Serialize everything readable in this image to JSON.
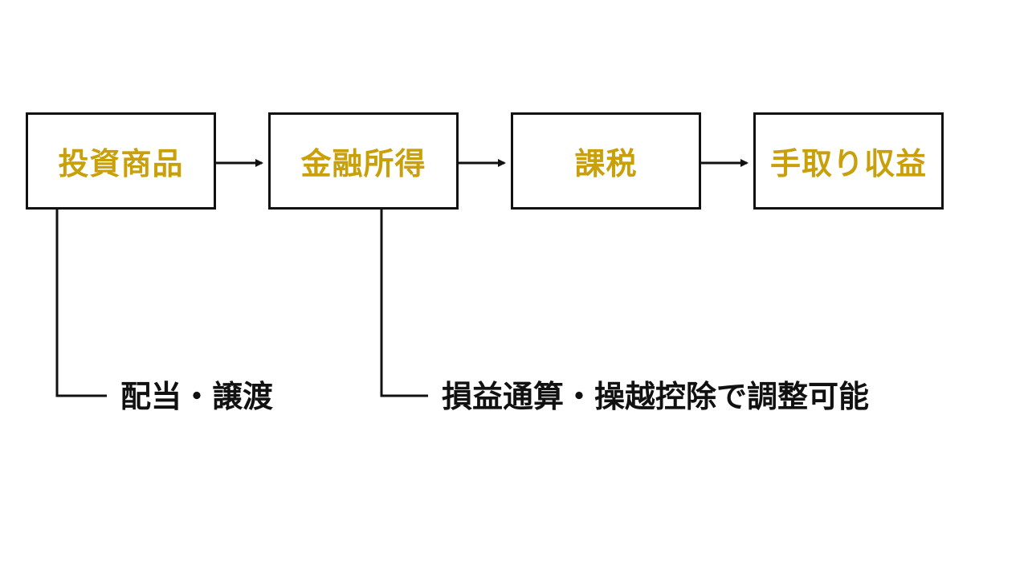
{
  "colors": {
    "accent_text": "#C9A00A",
    "line": "#111111",
    "note_text": "#111111"
  },
  "flow": {
    "steps": [
      {
        "label": "投資商品"
      },
      {
        "label": "金融所得"
      },
      {
        "label": "課税"
      },
      {
        "label": "手取り収益"
      }
    ]
  },
  "notes": [
    {
      "text": "配当・譲渡"
    },
    {
      "text": "損益通算・操越控除で調整可能"
    }
  ]
}
